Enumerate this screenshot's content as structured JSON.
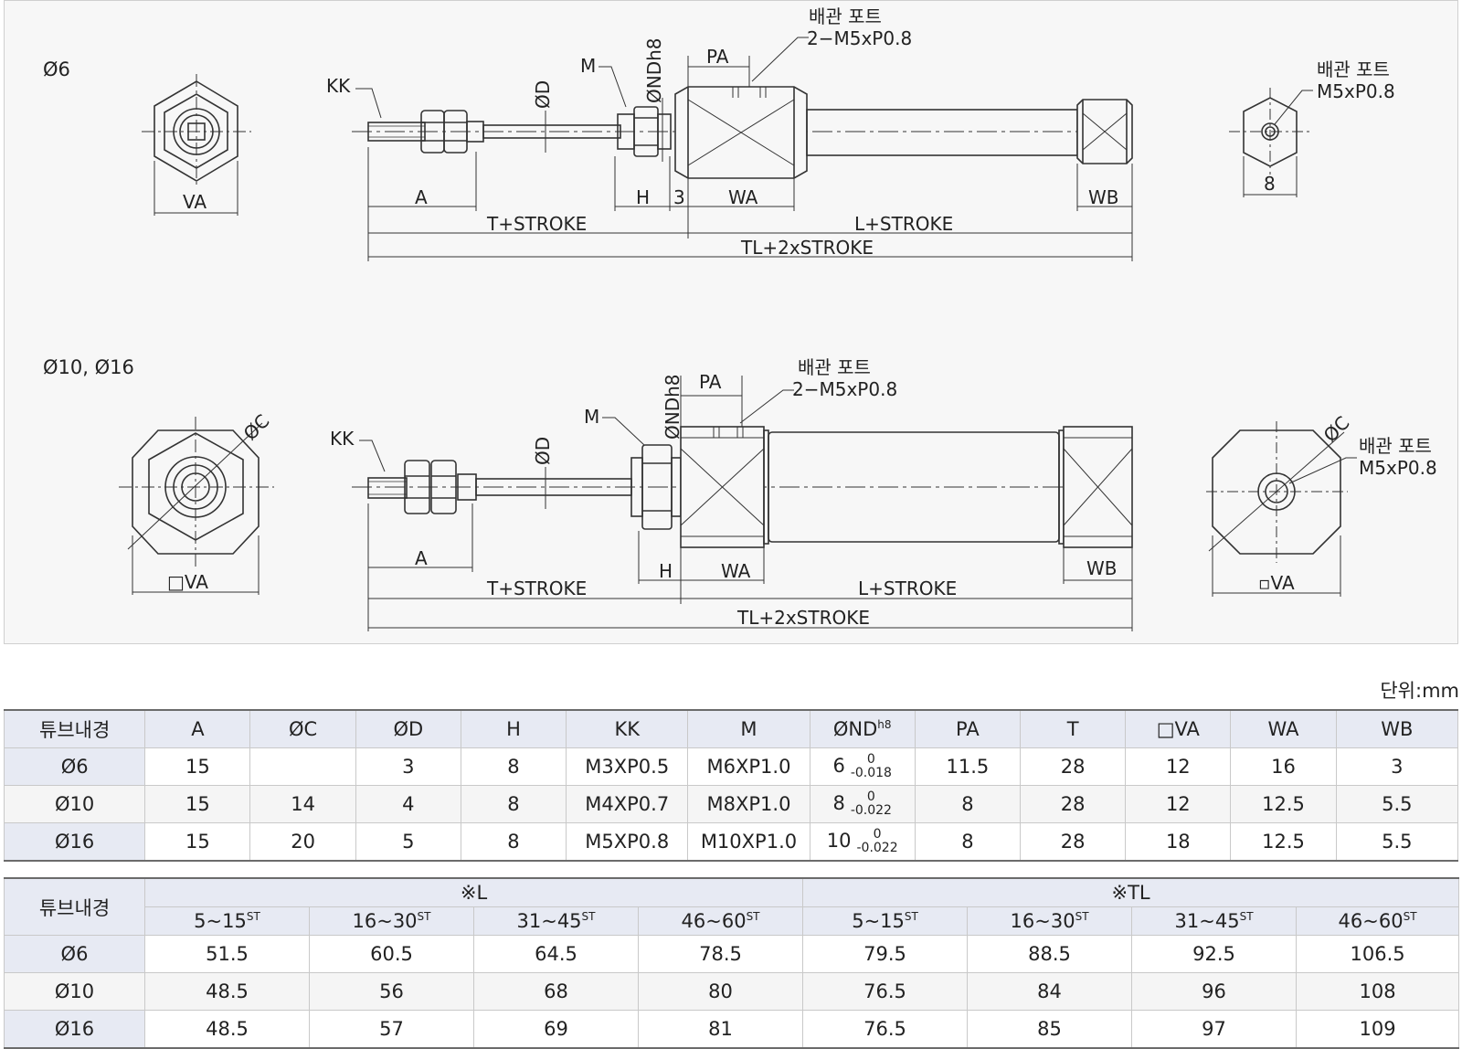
{
  "drawing": {
    "top": {
      "label": "Ø6",
      "kk": "KK",
      "m": "M",
      "d": "ØD",
      "nd": "ØNDh8",
      "pa": "PA",
      "port_title": "배관 포트",
      "port_spec": "2−M5xP0.8",
      "a": "A",
      "h": "H",
      "three": "3",
      "wa": "WA",
      "wb": "WB",
      "va": "VA",
      "t_stroke": "T+STROKE",
      "l_stroke": "L+STROKE",
      "tl_stroke": "TL+2xSTROKE",
      "right_port_title": "배관 포트",
      "right_port_spec": "M5xP0.8",
      "right_dim": "8"
    },
    "bottom": {
      "label": "Ø10, Ø16",
      "kk": "KK",
      "m": "M",
      "d": "ØD",
      "nd": "ØNDh8",
      "pa": "PA",
      "c": "ØC",
      "port_title": "배관 포트",
      "port_spec": "2−M5xP0.8",
      "a": "A",
      "h": "H",
      "wa": "WA",
      "wb": "WB",
      "va": "□VA",
      "t_stroke": "T+STROKE",
      "l_stroke": "L+STROKE",
      "tl_stroke": "TL+2xSTROKE",
      "right_c": "ØC",
      "right_port_title": "배관 포트",
      "right_port_spec": "M5xP0.8",
      "right_va": "▫VA"
    }
  },
  "unit": "단위:mm",
  "table1": {
    "headers": [
      "튜브내경",
      "A",
      "ØC",
      "ØD",
      "H",
      "KK",
      "M",
      "ØND",
      "PA",
      "T",
      "□VA",
      "WA",
      "WB"
    ],
    "nd_sup": "h8",
    "rows": [
      {
        "bore": "Ø6",
        "a": "15",
        "c": "",
        "d": "3",
        "h": "8",
        "kk": "M3XP0.5",
        "m": "M6XP1.0",
        "nd": "6",
        "nd_up": "0",
        "nd_low": "-0.018",
        "pa": "11.5",
        "t": "28",
        "va": "12",
        "wa": "16",
        "wb": "3"
      },
      {
        "bore": "Ø10",
        "a": "15",
        "c": "14",
        "d": "4",
        "h": "8",
        "kk": "M4XP0.7",
        "m": "M8XP1.0",
        "nd": "8",
        "nd_up": "0",
        "nd_low": "-0.022",
        "pa": "8",
        "t": "28",
        "va": "12",
        "wa": "12.5",
        "wb": "5.5"
      },
      {
        "bore": "Ø16",
        "a": "15",
        "c": "20",
        "d": "5",
        "h": "8",
        "kk": "M5XP0.8",
        "m": "M10XP1.0",
        "nd": "10",
        "nd_up": "0",
        "nd_low": "-0.022",
        "pa": "8",
        "t": "28",
        "va": "18",
        "wa": "12.5",
        "wb": "5.5"
      }
    ]
  },
  "table2": {
    "bore_header": "튜브내경",
    "group_l": "※L",
    "group_tl": "※TL",
    "sub": [
      "5~15",
      "16~30",
      "31~45",
      "46~60",
      "5~15",
      "16~30",
      "31~45",
      "46~60"
    ],
    "sub_sup": "ST",
    "rows": [
      {
        "bore": "Ø6",
        "values": [
          "51.5",
          "60.5",
          "64.5",
          "78.5",
          "79.5",
          "88.5",
          "92.5",
          "106.5"
        ]
      },
      {
        "bore": "Ø10",
        "values": [
          "48.5",
          "56",
          "68",
          "80",
          "76.5",
          "84",
          "96",
          "108"
        ]
      },
      {
        "bore": "Ø16",
        "values": [
          "48.5",
          "57",
          "69",
          "81",
          "76.5",
          "85",
          "97",
          "109"
        ]
      }
    ]
  }
}
